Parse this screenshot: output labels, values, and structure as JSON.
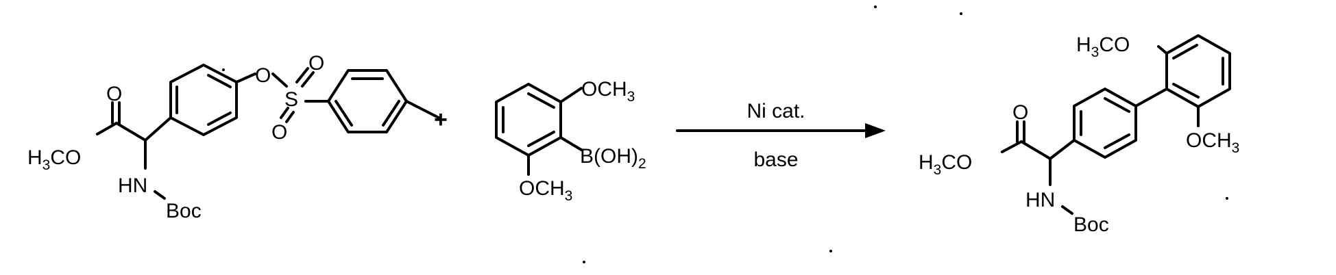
{
  "reactant1": {
    "ester": {
      "main": "H",
      "sub": "3",
      "tail": "CO"
    },
    "carbonyl_o": "O",
    "nh": "HN",
    "protecting_group": "Boc",
    "ether_o": "O",
    "sulfur": "S",
    "sulfonyl_o1": "O",
    "sulfonyl_o2": "O"
  },
  "plus_sign": "+",
  "reactant2": {
    "methoxy_top": {
      "main": "OCH",
      "sub": "3"
    },
    "boronic_acid": {
      "main": "B(OH)",
      "sub": "2"
    },
    "methoxy_bottom": {
      "main": "OCH",
      "sub": "3"
    }
  },
  "conditions": {
    "above": "Ni cat.",
    "below": "base"
  },
  "product": {
    "methoxy_top": {
      "main": "H",
      "sub": "3",
      "tail": "CO"
    },
    "methoxy_right": {
      "main": "OCH",
      "sub": "3"
    },
    "ester": {
      "main": "H",
      "sub": "3",
      "tail": "CO"
    },
    "carbonyl_o": "O",
    "nh": "HN",
    "protecting_group": "Boc"
  }
}
